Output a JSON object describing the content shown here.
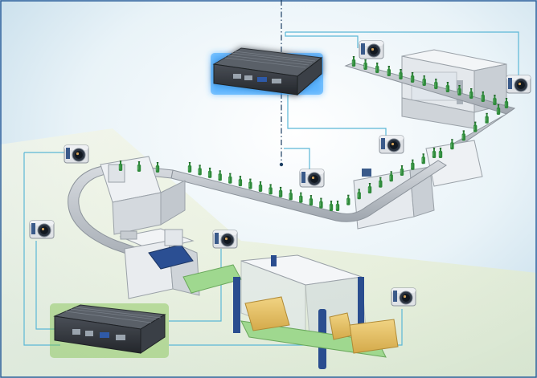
{
  "diagram": {
    "colors": {
      "background_blue": "#cfe3ee",
      "floor_green": "#e6eed3",
      "connector_line": "#5bb7d6",
      "center_dashed_line": "#1c3e63",
      "conveyor_gray": "#b7bcc2",
      "bottle_green": "#2f8a3b",
      "pc_body_dark": "#33373d",
      "pc_glow_blue": "#35a3ff",
      "pc_glow_green": "#7fc24a",
      "camera_body": "#d8dbe0",
      "camera_lens": "#1f2a36",
      "box_cardboard": "#e7c46a",
      "frame_blue": "#2a4d8f"
    },
    "cameras": [
      {
        "name": "camera-top-center",
        "icon": "camera-icon"
      },
      {
        "name": "camera-top-right",
        "icon": "camera-icon"
      },
      {
        "name": "camera-mid-right",
        "icon": "camera-icon"
      },
      {
        "name": "camera-center",
        "icon": "camera-icon"
      },
      {
        "name": "camera-left-upper",
        "icon": "camera-icon"
      },
      {
        "name": "camera-left-lower",
        "icon": "camera-icon"
      },
      {
        "name": "camera-lower-middle",
        "icon": "camera-icon"
      },
      {
        "name": "camera-lower-right",
        "icon": "camera-icon"
      }
    ],
    "controllers": [
      {
        "name": "embedded-pc-top",
        "glow": "blue",
        "icon": "industrial-pc-icon"
      },
      {
        "name": "embedded-pc-bottom",
        "glow": "green",
        "icon": "industrial-pc-icon"
      }
    ]
  }
}
